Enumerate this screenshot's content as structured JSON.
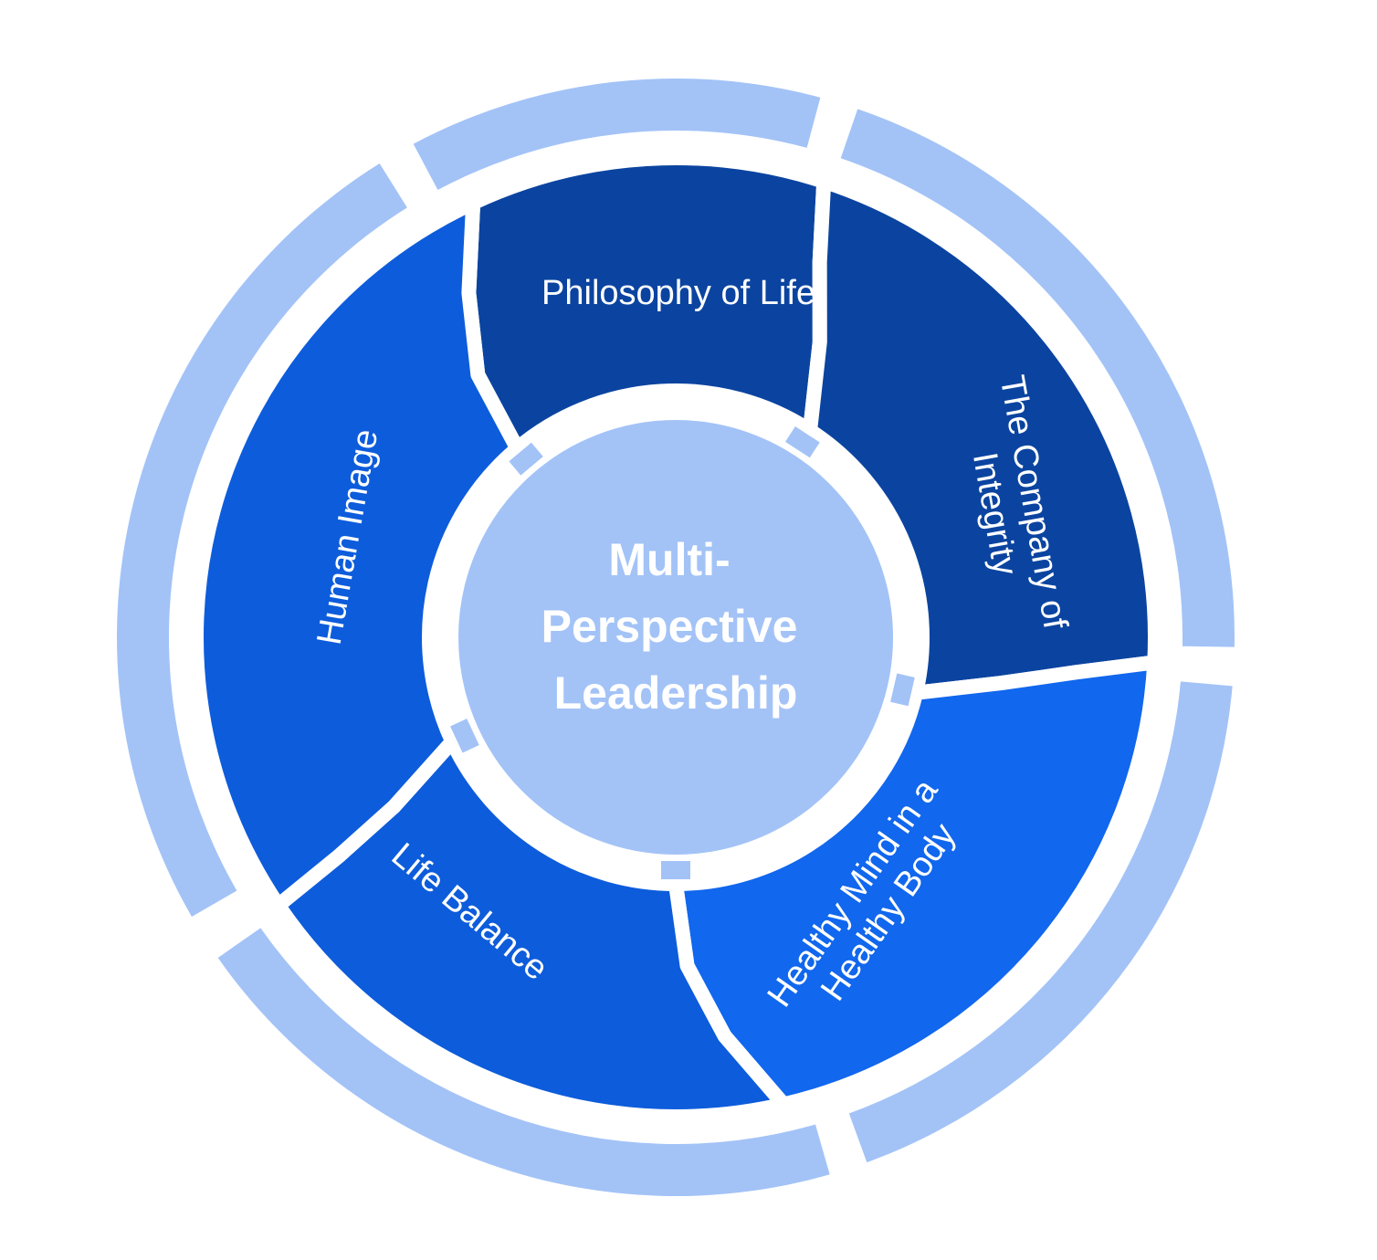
{
  "center": {
    "lines": [
      "Multi-",
      "Perspective",
      "Leadership"
    ]
  },
  "segments": [
    {
      "id": "philosophy",
      "lines": [
        "Philosophy of Life"
      ],
      "color": "#0b44a0"
    },
    {
      "id": "company",
      "lines": [
        "The Company of",
        "Integrity"
      ],
      "color": "#0b44a0"
    },
    {
      "id": "healthy",
      "lines": [
        "Healthy Mind in a",
        "Healthy Body"
      ],
      "color": "#1167ed"
    },
    {
      "id": "balance",
      "lines": [
        "Life Balance"
      ],
      "color": "#0d5cdb"
    },
    {
      "id": "human",
      "lines": [
        "Human Image"
      ],
      "color": "#0d5cdb"
    }
  ],
  "colors": {
    "outer_ring": "#a3c3f7",
    "center_circle": "#a3c3f7",
    "connector": "#a3c3f7",
    "background": "#ffffff"
  }
}
